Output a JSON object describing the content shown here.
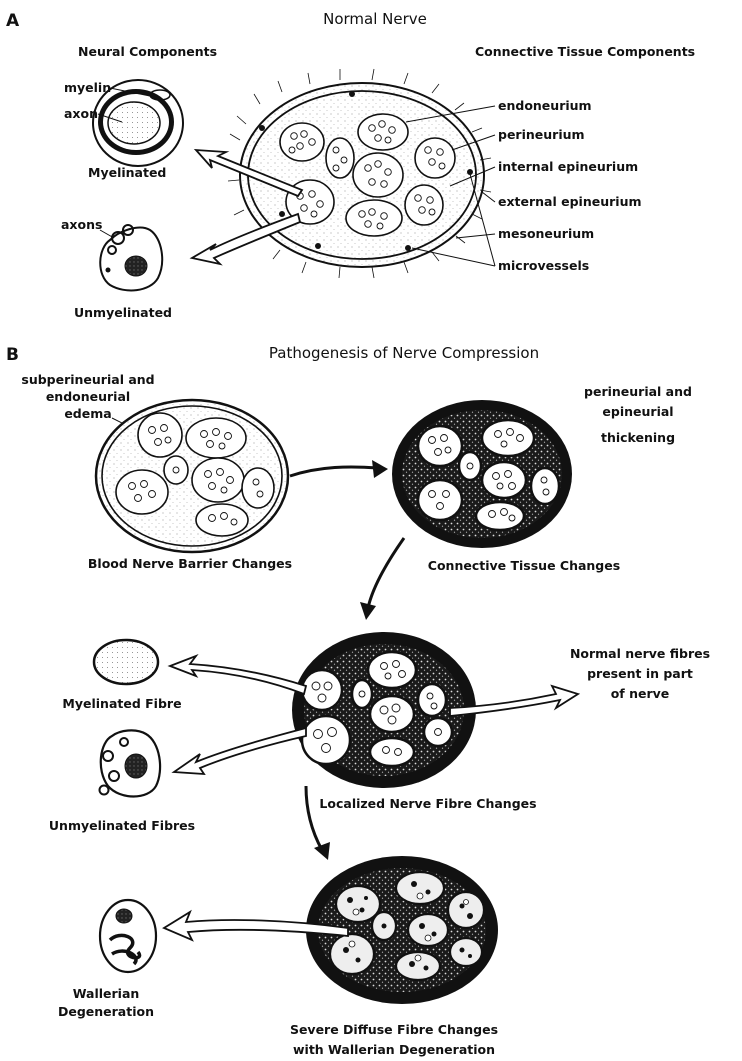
{
  "panel_a": {
    "letter": "A",
    "title": "Normal Nerve",
    "neural_heading": "Neural Components",
    "connective_heading": "Connective Tissue Components",
    "myelin": "myelin",
    "axon": "axon",
    "myelinated": "Myelinated",
    "axons": "axons",
    "unmyelinated": "Unmyelinated",
    "components": [
      "endoneurium",
      "perineurium",
      "internal epineurium",
      "external epineurium",
      "mesoneurium",
      "microvessels"
    ]
  },
  "panel_b": {
    "letter": "B",
    "title": "Pathogenesis of Nerve Compression",
    "edema": [
      "subperineurial and",
      "endoneurial",
      "edema"
    ],
    "thickening": [
      "perineurial and",
      "epineurial",
      "thickening"
    ],
    "stage1": "Blood Nerve Barrier Changes",
    "stage2": "Connective Tissue Changes",
    "myelinated_fibre": "Myelinated Fibre",
    "unmyelinated_fibres": "Unmyelinated Fibres",
    "normal_fibres": [
      "Normal nerve fibres",
      "present in part",
      "of nerve"
    ],
    "stage3": "Localized Nerve Fibre Changes",
    "wallerian": [
      "Wallerian",
      "Degeneration"
    ],
    "stage4": [
      "Severe Diffuse Fibre Changes",
      "with Wallerian Degeneration"
    ]
  },
  "colors": {
    "ink": "#111111",
    "paper": "#ffffff",
    "fascicle_fill": "#f4f4f4"
  }
}
